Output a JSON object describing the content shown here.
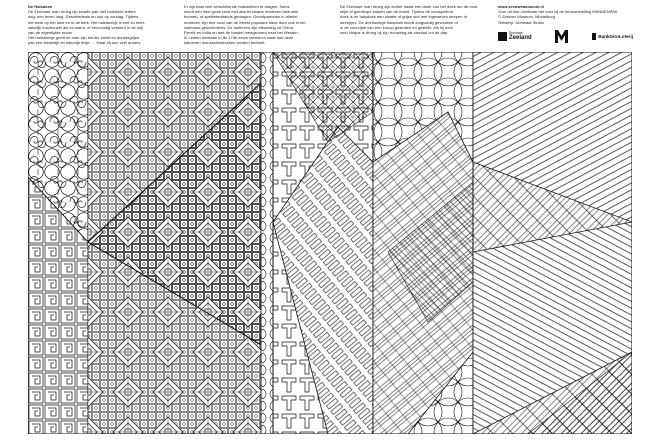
{
  "column1": {
    "heading": "De Halsdoek",
    "body": "De Zeeuwse man droeg rijn zwarte pak met halsdoek iedere\ndag: een leven lang. Geschiedenis en ook op zondag. Tijdens\nhet werk op het land en in de kerk. Het halsdoekje is niet zo heel-\nzakelijk functioneel als en warm, of eenvoudig versierd in de stijl\nvan de eigentijdse mode.\nHet halsdoekje geeft de man zijn eerder zwart en donkergrijze\npak een feestelijk en kleurrijk tintje. ... Maar hij kon veel anders"
  },
  "column2": {
    "body": "Er zijn kaal veel verschillende halsdoeken te dragen. Soms\nwordt een heel grote rand met allerlei zwarte motieven bedrukte\nbonnen- of speltinterstands gedragen. Geruitpatronen in allerlei\nmotieven zijn met rood van de meest populaire kleur door ook in het\nnationaal geschiedenis. De motieven zijn afkomstig uit China,\nPerzië en India en met de handel meegevoerd naar het Westen.\nIn Leiden ontstaan in de 17de eeuw fabrieken waar ook deze\nkatoenen mousselinedoeken werden bedrukt."
  },
  "column3": {
    "body": "De Zeeuwse man droeg zijn achter naast een doek van het doek om de rond\nstijle of goedkope katoen van de markt. Tijdens de voorspelend\ndoek is de halsdoek een zwarte of grijze stof met ingeweven strepen of\nstreepjes. De driehoekige halsdoek wordt zorgvuldig gevouwen of\nin de voorzijde van een knoop gestoken en gestrikt. Als hij echt\nheel chique is droeg hij zijn trouwring als sieraad om de das."
  },
  "column4": {
    "url": "www.zeeuwsmuseum.nl",
    "credits": "Voor uit hier-zichtbaar het voor bij de tentoonstelling MANNENPAK\n© Zeeuws Museum, Middelburg\nOntwerp: Dietmaal Studio"
  },
  "sponsors": {
    "provincie": "Provincie",
    "zeeland": "Zeeland",
    "bankgiro": "BankGiroLoterij"
  }
}
